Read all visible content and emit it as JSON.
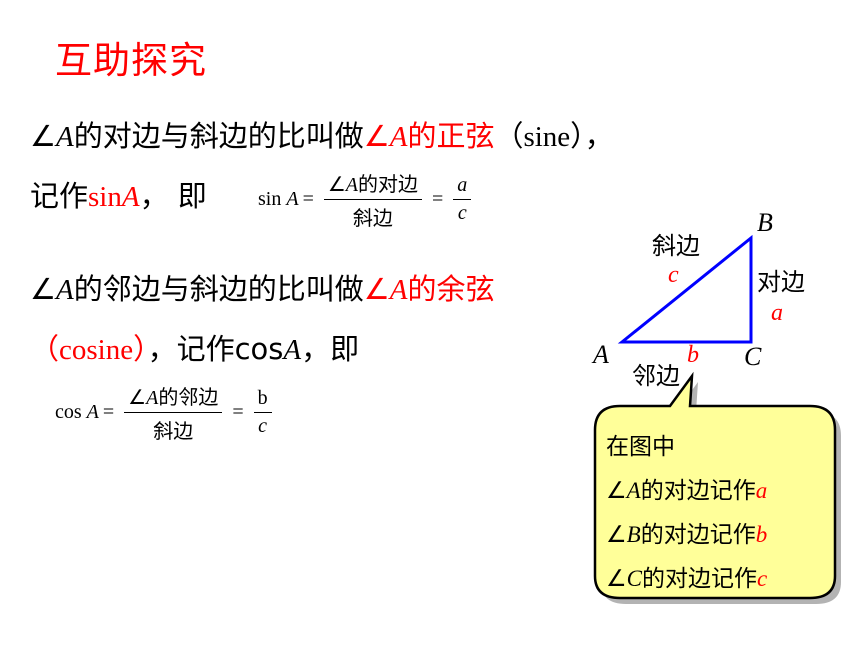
{
  "title": "互助探究",
  "line1": {
    "angle_sym": "∠",
    "A": "A",
    "text1": "的对边与斜边的比叫做",
    "red_angle": "∠",
    "red_A": "A",
    "red_text": "的正弦",
    "paren": "（sine），"
  },
  "line2": {
    "text1": "记作",
    "red_sin": "sin",
    "red_A": "A",
    "text2": "，  即"
  },
  "formula_sin": {
    "func": "sin",
    "var": "A",
    "eq": "=",
    "num_angle": "∠",
    "num_A": "A",
    "num_text": "的对边",
    "den_text": "斜边",
    "eq2": "=",
    "num2": "a",
    "den2": "c"
  },
  "line3": {
    "angle_sym": "∠",
    "A": "A",
    "text1": "的邻边与斜边的比叫做",
    "red_angle": "∠",
    "red_A": "A",
    "red_text": "的余弦"
  },
  "line4": {
    "red_paren": "（cosine）",
    "text1": "，记作cos",
    "A": "A",
    "text2": "，即"
  },
  "formula_cos": {
    "func": "cos",
    "var": "A",
    "eq": "=",
    "num_angle": "∠",
    "num_A": "A",
    "num_text": "的邻边",
    "den_text": "斜边",
    "eq2": "=",
    "num2": "b",
    "den2": "c"
  },
  "triangle": {
    "vertex_a": "A",
    "vertex_b": "B",
    "vertex_c": "C",
    "hyp_label": "斜边",
    "hyp_letter": "c",
    "opp_label": "对边",
    "opp_letter": "a",
    "adj_label": "邻边",
    "adj_letter": "b",
    "line_color": "#0000ff"
  },
  "callout": {
    "line1": "在图中",
    "row2_angle": "∠",
    "row2_var": "A",
    "row2_text": "的对边记作",
    "row2_letter": "a",
    "row3_angle": "∠",
    "row3_var": "B",
    "row3_text": "的对边记作",
    "row3_letter": "b",
    "row4_angle": "∠",
    "row4_var": "C",
    "row4_text": "的对边记作",
    "row4_letter": "c",
    "fill": "#ffff99",
    "shadow": "#b3b3b3"
  }
}
